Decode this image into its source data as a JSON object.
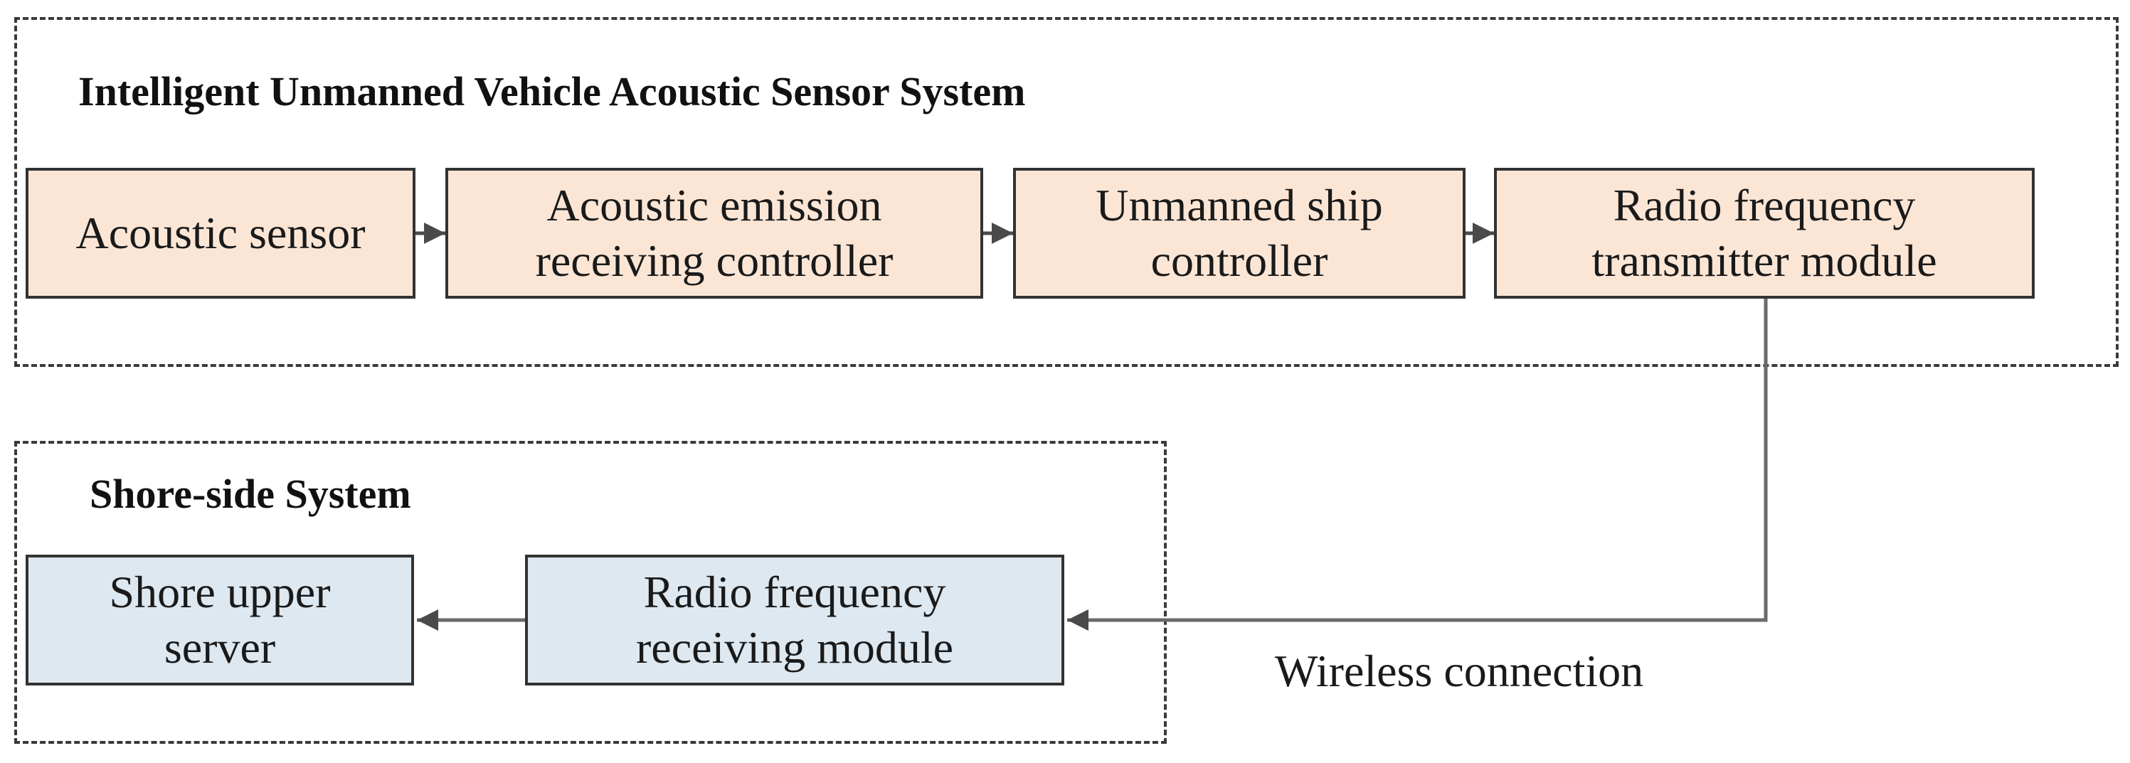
{
  "groups": {
    "vehicle": {
      "title": "Intelligent Unmanned Vehicle Acoustic Sensor System"
    },
    "shore": {
      "title": "Shore-side System"
    }
  },
  "blocks": {
    "acoustic_sensor": {
      "line1": "Acoustic sensor"
    },
    "emission_controller": {
      "line1": "Acoustic emission",
      "line2": "receiving controller"
    },
    "ship_controller": {
      "line1": "Unmanned ship",
      "line2": "controller"
    },
    "rf_transmitter": {
      "line1": "Radio frequency",
      "line2": "transmitter module"
    },
    "rf_receiver": {
      "line1": "Radio frequency",
      "line2": "receiving module"
    },
    "shore_server": {
      "line1": "Shore upper",
      "line2": "server"
    }
  },
  "edges": {
    "wireless_label": "Wireless connection"
  },
  "colors": {
    "vehicle_block_fill": "#fbe6d6",
    "shore_block_fill": "#dde8f1",
    "line": "#555555",
    "frame_border": "#3a3a3a"
  }
}
